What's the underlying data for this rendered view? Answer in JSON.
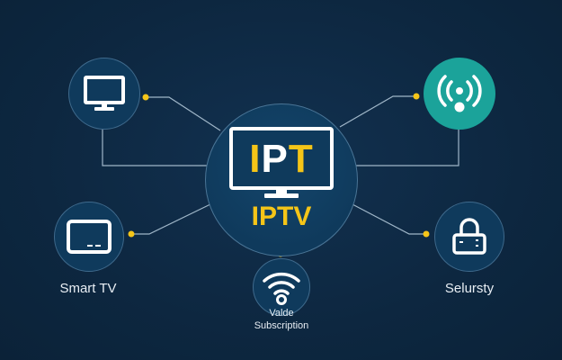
{
  "colors": {
    "background": "#0d2740",
    "node_fill": "#0f3a5c",
    "node_border": "#3f6a8c",
    "accent_teal": "#1ba39a",
    "accent_yellow": "#f5c518",
    "connector": "#9fb6c8",
    "text": "#e8eef4"
  },
  "center": {
    "screen_text_parts": [
      {
        "text": "I",
        "color": "#f5c518"
      },
      {
        "text": "P",
        "color": "#ffffff"
      },
      {
        "text": "T",
        "color": "#f5c518"
      }
    ],
    "title": "IPTV",
    "icon": "monitor-icon"
  },
  "nodes": [
    {
      "id": "top-left",
      "icon": "desktop-monitor-icon",
      "label": ""
    },
    {
      "id": "top-right",
      "icon": "broadcast-signal-icon",
      "label": ""
    },
    {
      "id": "left",
      "icon": "smart-tv-icon",
      "label": "Smart TV"
    },
    {
      "id": "right",
      "icon": "lock-icon",
      "label": "Selursty"
    },
    {
      "id": "bottom",
      "icon": "wifi-icon",
      "label_line1": "Valde",
      "label_line2": "Subscription"
    }
  ]
}
